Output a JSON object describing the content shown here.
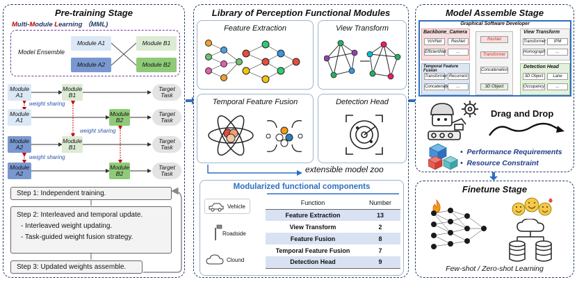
{
  "pretrain": {
    "title": "Pre-training Stage",
    "mml": {
      "m1": "M",
      "t1": "ulti-",
      "m2": "M",
      "t2": "odule ",
      "l": "L",
      "t3": "earning （MML)"
    },
    "ensemble_label": "Model Ensemble",
    "ensemble_modules": [
      "Module A1",
      "Module B1",
      "Module A2",
      "Module B2"
    ],
    "rows": [
      {
        "a": "Module\nA1",
        "b": "Module\nB1",
        "task": "Target\nTask"
      },
      {
        "a": "Module\nA1",
        "b": "Module\nB2",
        "task": "Target\nTask"
      },
      {
        "a": "Module\nA2",
        "b": "Module\nB1",
        "task": "Target\nTask"
      },
      {
        "a": "Module\nA2",
        "b": "Module\nB2",
        "task": "Target\nTask"
      }
    ],
    "weight_sharing": "weight sharing",
    "steps": {
      "s1": "Step 1: Independent training.",
      "s2": "Step 2: Interleaved and temporal update.",
      "s2a": "- Interleaved weight updating.",
      "s2b": "- Task-guided weight fusion strategy.",
      "s3": "Step 3: Updated weights assemble."
    }
  },
  "library": {
    "title": "Library of Perception Functional Modules",
    "cards": [
      "Feature Extraction",
      "View Transform",
      "Temporal Feature Fusion",
      "Detection Head"
    ],
    "zoo": "extensible model zoo",
    "components_title": "Modularized functional components",
    "platforms": [
      "Vehicle",
      "Roadside",
      "Clound"
    ],
    "table_head": [
      "Function",
      "Number"
    ],
    "table_rows": [
      [
        "Feature Extraction",
        "13"
      ],
      [
        "View Transform",
        "2"
      ],
      [
        "Feature Fusion",
        "8"
      ],
      [
        "Temporal Feature Fusion",
        "7"
      ],
      [
        "Detection Head",
        "9"
      ]
    ]
  },
  "assemble": {
    "title": "Model Assemble Stage",
    "gui_title": "Graphical Software Developer",
    "backbone": {
      "label": "Backbone_Camera",
      "items": [
        "VoVNet",
        "ResNet",
        "EfficientNet",
        "..."
      ]
    },
    "view": {
      "label": "View Transform",
      "items": [
        "Transformer",
        "IPM",
        "Homograph",
        "..."
      ]
    },
    "temporal": {
      "label": "Temporal Feature Fusion",
      "items": [
        "Transformer",
        "Recurrent",
        "Concatenation",
        "..."
      ]
    },
    "det": {
      "label": "Detection Head",
      "items": [
        "3D Object",
        "Lane",
        "Occupancy",
        "..."
      ]
    },
    "center": [
      "ResNet",
      "Transformer",
      "Concatenation",
      "3D Object"
    ],
    "drag": "Drag and Drop",
    "req1": "Performance Requirements",
    "req2": "Resource Constraint"
  },
  "finetune": {
    "title": "Finetune Stage",
    "caption": "Few-shot / Zero-shot Learning"
  },
  "colors": {
    "accent": "#2e6fc0",
    "panel_border": "#1f3864",
    "mml_red": "#c00000",
    "req_blue": "#1f3c88"
  }
}
